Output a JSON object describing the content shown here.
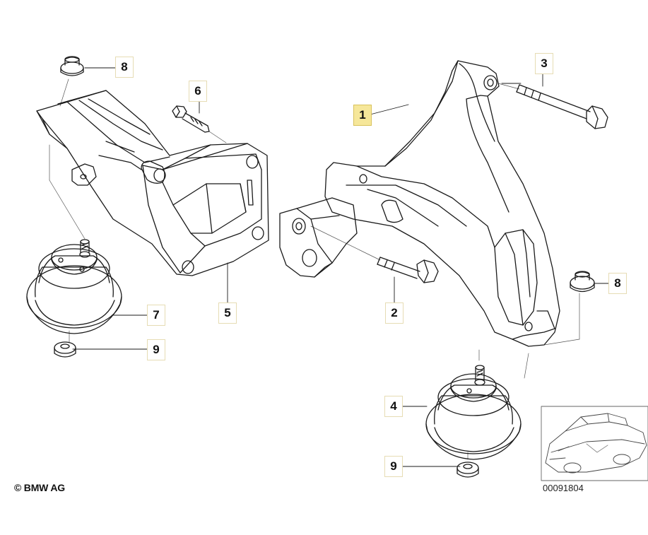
{
  "callouts": [
    {
      "id": "c1",
      "label": "1",
      "highlighted": true
    },
    {
      "id": "c2",
      "label": "2",
      "highlighted": false
    },
    {
      "id": "c3",
      "label": "3",
      "highlighted": false
    },
    {
      "id": "c4",
      "label": "4",
      "highlighted": false
    },
    {
      "id": "c5",
      "label": "5",
      "highlighted": false
    },
    {
      "id": "c6",
      "label": "6",
      "highlighted": false
    },
    {
      "id": "c7",
      "label": "7",
      "highlighted": false
    },
    {
      "id": "c8a",
      "label": "8",
      "highlighted": false
    },
    {
      "id": "c8b",
      "label": "8",
      "highlighted": false
    },
    {
      "id": "c9a",
      "label": "9",
      "highlighted": false
    },
    {
      "id": "c9b",
      "label": "9",
      "highlighted": false
    }
  ],
  "footer": {
    "copyright": "© BMW AG",
    "reference_number": "00091804"
  },
  "colors": {
    "line": "#1a1a1a",
    "highlight": "#f6e79a",
    "callout_border": "#e6dcb4"
  }
}
